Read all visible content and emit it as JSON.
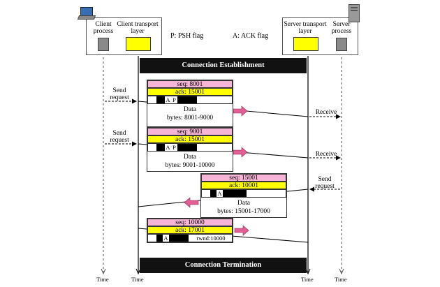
{
  "header": {
    "client_process": [
      "Client",
      "process"
    ],
    "client_transport": [
      "Client transport",
      "layer"
    ],
    "psh_legend": "P: PSH flag",
    "ack_legend": "A: ACK flag",
    "server_transport": [
      "Server transport",
      "layer"
    ],
    "server_process": [
      "Server",
      "process"
    ]
  },
  "phases": {
    "establishment": "Connection Establishment",
    "termination": "Connection Termination"
  },
  "segments": [
    {
      "seq": "seq: 8001",
      "ack": "ack: 15001",
      "flags": [
        "A",
        "P"
      ],
      "data": "Data",
      "bytes": "bytes: 8001-9000"
    },
    {
      "seq": "seq: 9001",
      "ack": "ack: 15001",
      "flags": [
        "A",
        "P"
      ],
      "data": "Data",
      "bytes": "bytes: 9001-10000"
    },
    {
      "seq": "seq: 15001",
      "ack": "ack: 10001",
      "flags": [
        "A"
      ],
      "data": "Data",
      "bytes": "bytes: 15001-17000"
    },
    {
      "seq": "seq: 10000",
      "ack": "ack: 17001",
      "flags": [
        "A"
      ],
      "rwnd": "rwnd:10000"
    }
  ],
  "events": {
    "send1": [
      "Send",
      "request"
    ],
    "recv1": "Receive",
    "send2": [
      "Send",
      "request"
    ],
    "recv2": "Receive",
    "send3": [
      "Send",
      "request"
    ]
  },
  "time_label": "Time"
}
